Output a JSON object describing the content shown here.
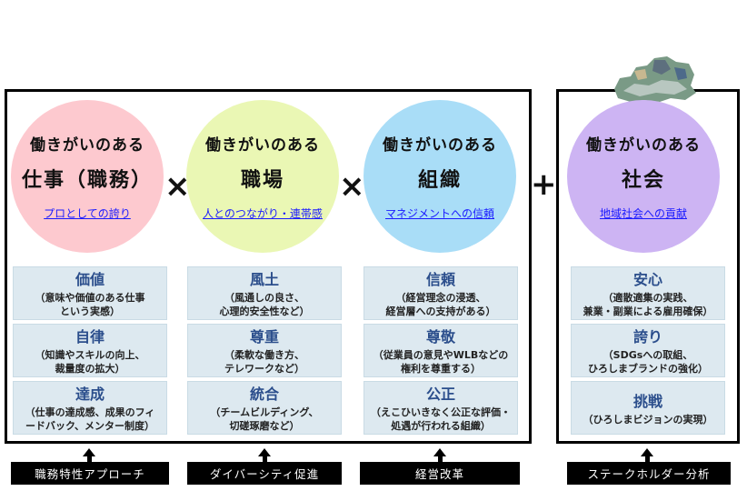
{
  "circles": [
    {
      "line1": "働きがいのある",
      "line2": "仕事（職務）",
      "line3": "プロとしての誇り",
      "color": "#fdc9cf"
    },
    {
      "line1": "働きがいのある",
      "line2": "職場",
      "line3": "人とのつながり・連帯感",
      "color": "#eaf7b4"
    },
    {
      "line1": "働きがいのある",
      "line2": "組織",
      "line3": "マネジメントへの信頼",
      "color": "#a9ddf7"
    },
    {
      "line1": "働きがいのある",
      "line2": "社会",
      "line3": "地域社会への貢献",
      "color": "#cdb4f3"
    }
  ],
  "operators": [
    "×",
    "×",
    "+"
  ],
  "cards": [
    [
      {
        "title": "価値",
        "sub": "（意味や価値のある仕事\nという実感）"
      },
      {
        "title": "自律",
        "sub": "（知識やスキルの向上、\n裁量度の拡大）"
      },
      {
        "title": "達成",
        "sub": "（仕事の達成感、成果のフィ\nードバック、メンター制度）"
      }
    ],
    [
      {
        "title": "風土",
        "sub": "（風通しの良さ、\n心理的安全性など）"
      },
      {
        "title": "尊重",
        "sub": "（柔軟な働き方、\nテレワークなど）"
      },
      {
        "title": "統合",
        "sub": "（チームビルディング、\n切磋琢磨など）"
      }
    ],
    [
      {
        "title": "信頼",
        "sub": "（経営理念の浸透、\n経営層への支持がある）"
      },
      {
        "title": "尊敬",
        "sub": "（従業員の意見やWLBなどの\n権利を尊重する）"
      },
      {
        "title": "公正",
        "sub": "（えこひいきなく公正な評価・\n処遇が行われる組織）"
      }
    ],
    [
      {
        "title": "安心",
        "sub": "（適散適集の実践、\n兼業・副業による雇用確保）"
      },
      {
        "title": "誇り",
        "sub": "（SDGsへの取組、\nひろしまブランドの強化）"
      },
      {
        "title": "挑戦",
        "sub": "（ひろしまビジョンの実現）"
      }
    ]
  ],
  "labels": [
    "職務特性アプローチ",
    "ダイバーシティ促進",
    "経営改革",
    "ステークホルダー分析"
  ]
}
